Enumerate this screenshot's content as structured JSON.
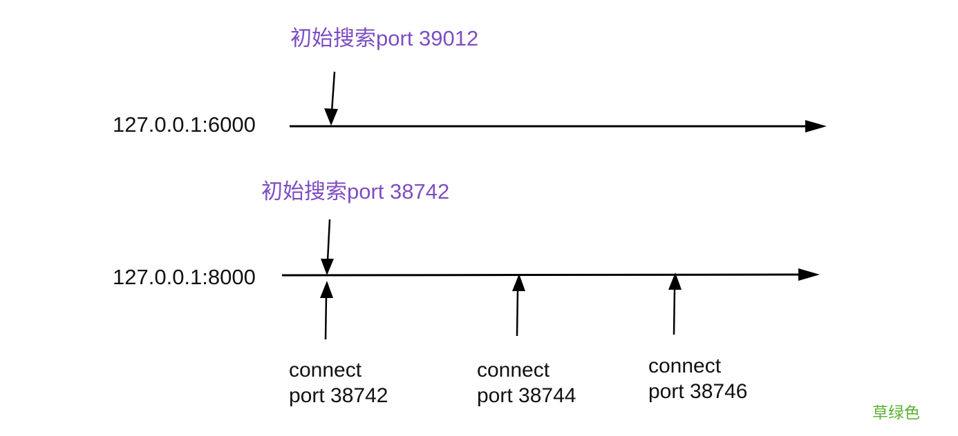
{
  "colors": {
    "text": "#111111",
    "annotation_purple": "#7d4ec2",
    "note_green": "#5ab033",
    "line_black": "#000000"
  },
  "diagram": {
    "timeline1": {
      "label": "127.0.0.1:6000",
      "annotation": "初始搜索port 39012"
    },
    "timeline2": {
      "label": "127.0.0.1:8000",
      "annotation": "初始搜索port 38742",
      "connects": [
        {
          "line1": "connect",
          "line2": "port 38742"
        },
        {
          "line1": "connect",
          "line2": "port 38744"
        },
        {
          "line1": "connect",
          "line2": "port 38746"
        }
      ]
    },
    "note": "草绿色"
  }
}
